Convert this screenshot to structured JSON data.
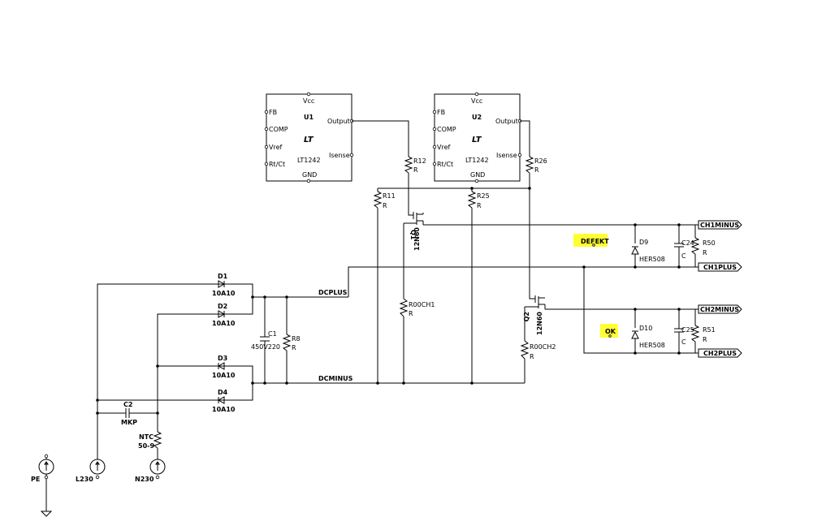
{
  "u1": {
    "designator": "U1",
    "part": "LT1242",
    "logo": "LT",
    "pins": {
      "vcc": "Vcc",
      "fb": "FB",
      "comp": "COMP",
      "vref": "Vref",
      "rtct": "Rt/Ct",
      "gnd": "GND",
      "output": "Output",
      "isense": "Isense"
    }
  },
  "u2": {
    "designator": "U2",
    "part": "LT1242",
    "logo": "LT",
    "pins": {
      "vcc": "Vcc",
      "fb": "FB",
      "comp": "COMP",
      "vref": "Vref",
      "rtct": "Rt/Ct",
      "gnd": "GND",
      "output": "Output",
      "isense": "Isense"
    }
  },
  "resistors": {
    "r12": {
      "ref": "R12",
      "val": "R"
    },
    "r11": {
      "ref": "R11",
      "val": "R"
    },
    "r26": {
      "ref": "R26",
      "val": "R"
    },
    "r25": {
      "ref": "R25",
      "val": "R"
    },
    "r8": {
      "ref": "R8",
      "val": "R"
    },
    "r00ch1": {
      "ref": "R00CH1",
      "val": "R"
    },
    "r00ch2": {
      "ref": "R00CH2",
      "val": "R"
    },
    "r50": {
      "ref": "R50",
      "val": "R"
    },
    "r51": {
      "ref": "R51",
      "val": "R"
    },
    "ntc": {
      "ref": "NTC",
      "val": "50-9"
    }
  },
  "capacitors": {
    "c1": {
      "ref": "C1",
      "val": "450V220"
    },
    "c2": {
      "ref": "C2",
      "val": "MKP"
    },
    "c24": {
      "ref": "C24",
      "val": "C"
    },
    "c25": {
      "ref": "C25",
      "val": "C"
    }
  },
  "diodes": {
    "d1": {
      "ref": "D1",
      "val": "10A10"
    },
    "d2": {
      "ref": "D2",
      "val": "10A10"
    },
    "d3": {
      "ref": "D3",
      "val": "10A10"
    },
    "d4": {
      "ref": "D4",
      "val": "10A10"
    },
    "d9": {
      "ref": "D9",
      "val": "HER508"
    },
    "d10": {
      "ref": "D10",
      "val": "HER508"
    }
  },
  "transistors": {
    "q1": {
      "ref": "Q1",
      "val": "12N60"
    },
    "q2": {
      "ref": "Q2",
      "val": "12N60"
    }
  },
  "nets": {
    "dcplus": "DCPLUS",
    "dcminus": "DCMINUS"
  },
  "ports": {
    "ch1minus": "CH1MINUS",
    "ch1plus": "CH1PLUS",
    "ch2minus": "CH2MINUS",
    "ch2plus": "CH2PLUS"
  },
  "sources": {
    "pe": "PE",
    "l230": "L230",
    "n230": "N230"
  },
  "probes": {
    "defekt": "DEFEKT",
    "ok": "OK"
  },
  "colors": {
    "highlight": "#ffff33",
    "wire": "#000000"
  }
}
